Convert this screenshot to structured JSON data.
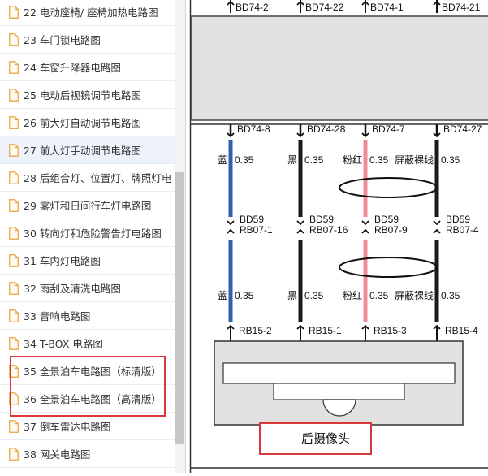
{
  "sidebar": {
    "items": [
      {
        "label": "22 电动座椅/ 座椅加热电路图"
      },
      {
        "label": "23 车门锁电路图"
      },
      {
        "label": "24 车窗升降器电路图"
      },
      {
        "label": "25 电动后视镜调节电路图"
      },
      {
        "label": "26 前大灯自动调节电路图"
      },
      {
        "label": "27 前大灯手动调节电路图"
      },
      {
        "label": "28 后组合灯、位置灯、牌照灯电"
      },
      {
        "label": "29 雾灯和日间行车灯电路图"
      },
      {
        "label": "30 转向灯和危险警告灯电路图"
      },
      {
        "label": "31 车内灯电路图"
      },
      {
        "label": "32 雨刮及清洗电路图"
      },
      {
        "label": "33 音响电路图"
      },
      {
        "label": "34 T-BOX 电路图"
      },
      {
        "label": "35 全景泊车电路图（标清版）"
      },
      {
        "label": "36 全景泊车电路图（高清版）"
      },
      {
        "label": "37 倒车雷达电路图"
      },
      {
        "label": "38 网关电路图"
      }
    ]
  },
  "diagram": {
    "top_connectors": [
      "BD74-2",
      "BD74-22",
      "BD74-1",
      "BD74-21"
    ],
    "wires": [
      {
        "top": "BD74-8",
        "color_name": "蓝",
        "gauge": "0.35",
        "mid1": "BD59",
        "mid2": "RB07-1",
        "bottom": "RB15-2",
        "color": "#2e5fb0"
      },
      {
        "top": "BD74-28",
        "color_name": "黑",
        "gauge": "0.35",
        "mid1": "BD59",
        "mid2": "RB07-16",
        "bottom": "RB15-1",
        "color": "#1a1a1a"
      },
      {
        "top": "BD74-7",
        "color_name": "粉红",
        "gauge": "0.35",
        "mid1": "BD59",
        "mid2": "RB07-9",
        "bottom": "RB15-3",
        "color": "#ee8c98"
      },
      {
        "top": "BD74-27",
        "color_name": "屏蔽裸线",
        "gauge": "0.35",
        "mid1": "BD59",
        "mid2": "RB07-4",
        "bottom": "RB15-4",
        "color": "#1a1a1a"
      }
    ],
    "component_label": "后摄像头"
  },
  "colors": {
    "highlight": "#d9383a",
    "panel_gray": "#e2e2e2",
    "blue_wire": "#2e5fb0",
    "pink_wire": "#ee8c98",
    "black_wire": "#1a1a1a"
  },
  "icons": {
    "doc_item": "document-icon"
  }
}
